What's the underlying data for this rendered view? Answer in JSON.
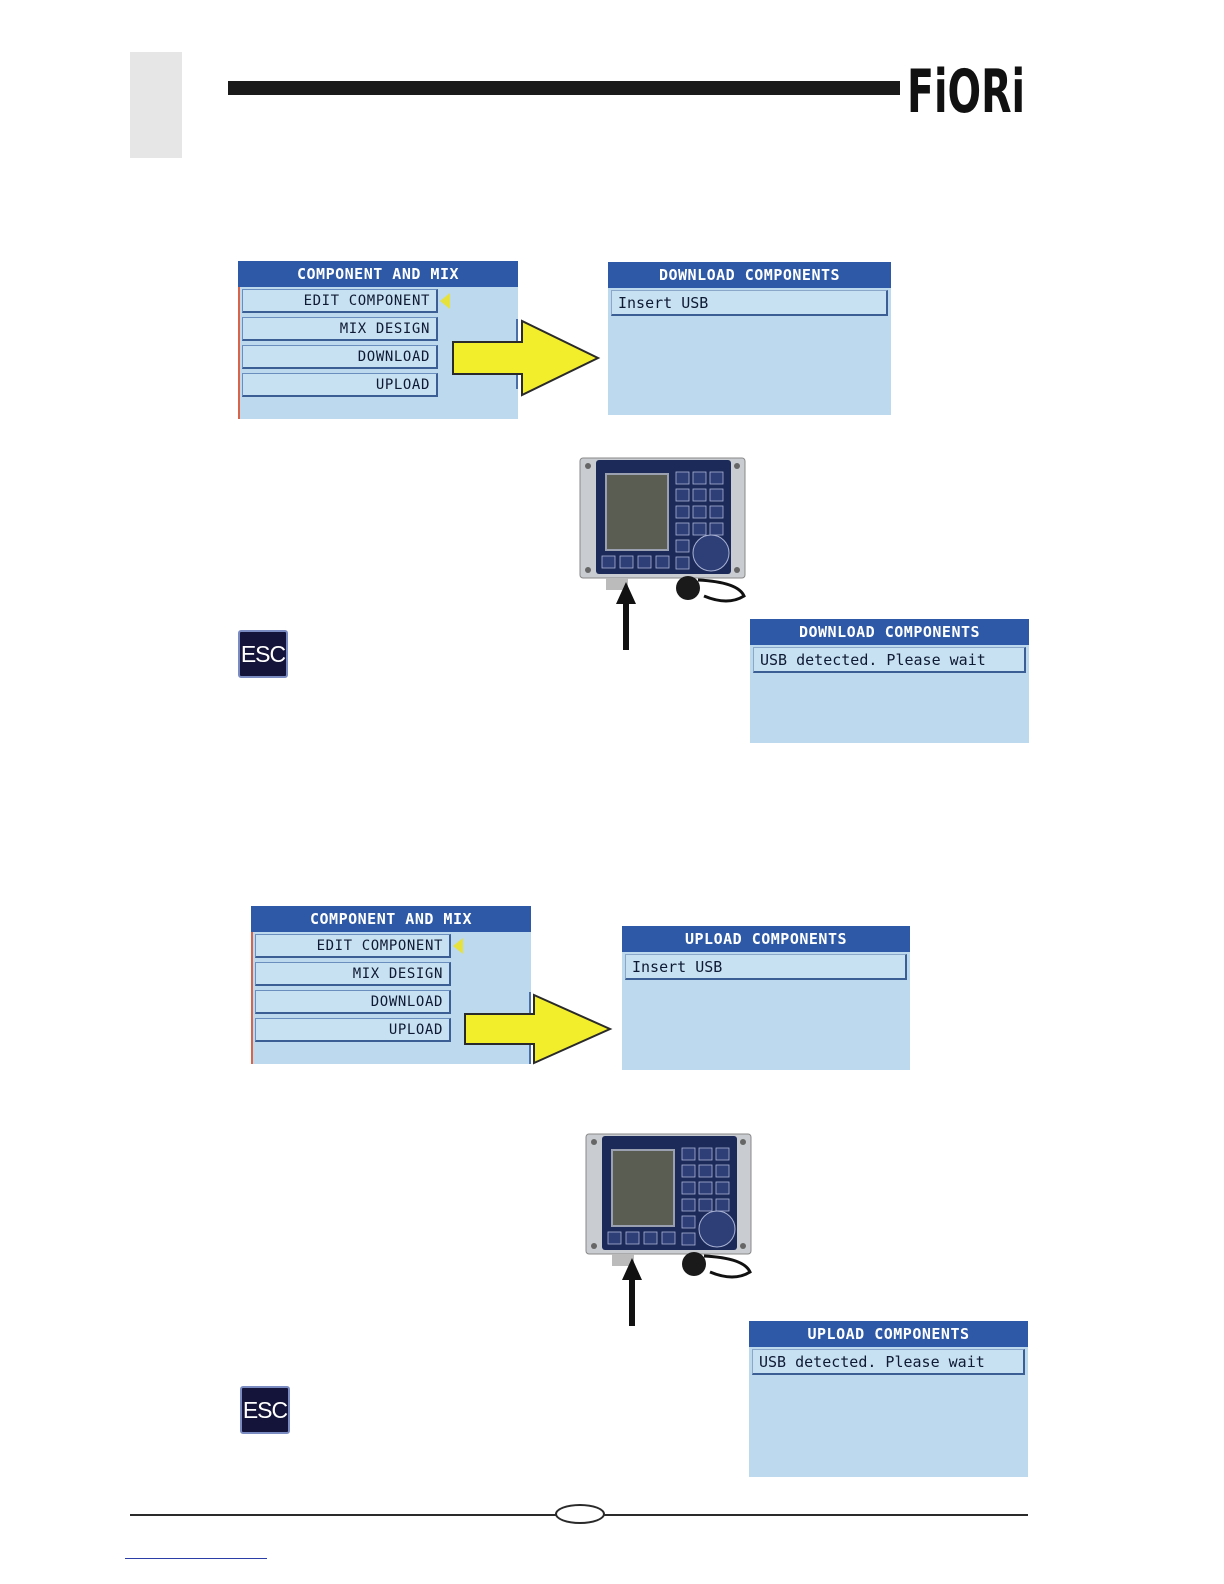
{
  "brand": {
    "logo_text": "FiORi"
  },
  "menu": {
    "title": "COMPONENT AND MIX",
    "items": [
      "EDIT COMPONENT",
      "MIX DESIGN",
      "DOWNLOAD",
      "UPLOAD"
    ]
  },
  "download": {
    "title": "DOWNLOAD COMPONENTS",
    "prompt": "Insert USB",
    "detected": "USB detected. Please wait"
  },
  "upload": {
    "title": "UPLOAD COMPONENTS",
    "prompt": "Insert USB",
    "detected": "USB detected. Please wait"
  },
  "esc_key": {
    "label": "ESC"
  },
  "colors": {
    "screen_bg": "#bcd9ee",
    "title_bar": "#2d59a6",
    "arrow_fill": "#f3ee2c",
    "esc_bg": "#14143a"
  },
  "icons": [
    "yellow-arrow-icon",
    "black-up-arrow-icon",
    "control-panel-device-icon",
    "esc-key-icon"
  ]
}
